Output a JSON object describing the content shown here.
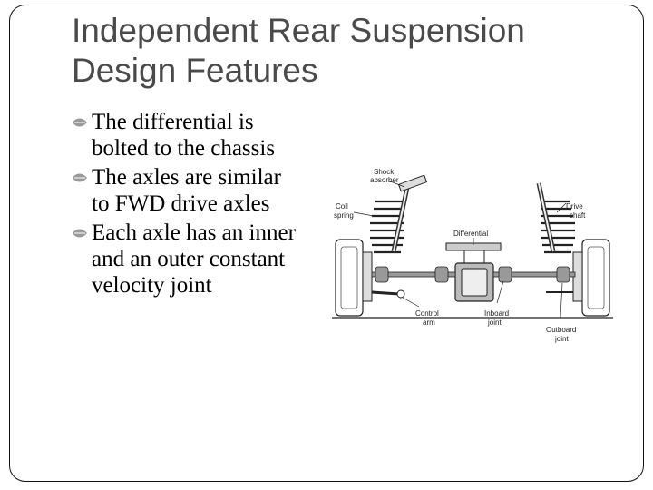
{
  "slide": {
    "title_line1": "Independent Rear Suspension",
    "title_line2": "Design Features",
    "bullets": [
      {
        "lines": [
          "The differential is",
          "bolted to the chassis"
        ]
      },
      {
        "lines": [
          "The axles are similar",
          "to FWD drive axles"
        ]
      },
      {
        "lines": [
          "Each axle has an inner",
          "and an outer constant",
          "velocity joint"
        ]
      }
    ],
    "bullet_icon": "leaf-arrow-icon",
    "accent_color": "#8a8a8a"
  },
  "diagram": {
    "labels": {
      "shock_absorber_1": "Shock",
      "shock_absorber_2": "absorber",
      "coil_spring_1": "Coil",
      "coil_spring_2": "spring",
      "differential": "Differential",
      "drive_shaft_1": "Drive",
      "drive_shaft_2": "shaft",
      "control_arm_1": "Control",
      "control_arm_2": "arm",
      "inboard_joint_1": "Inboard",
      "inboard_joint_2": "joint",
      "outboard_joint_1": "Outboard",
      "outboard_joint_2": "joint"
    }
  }
}
